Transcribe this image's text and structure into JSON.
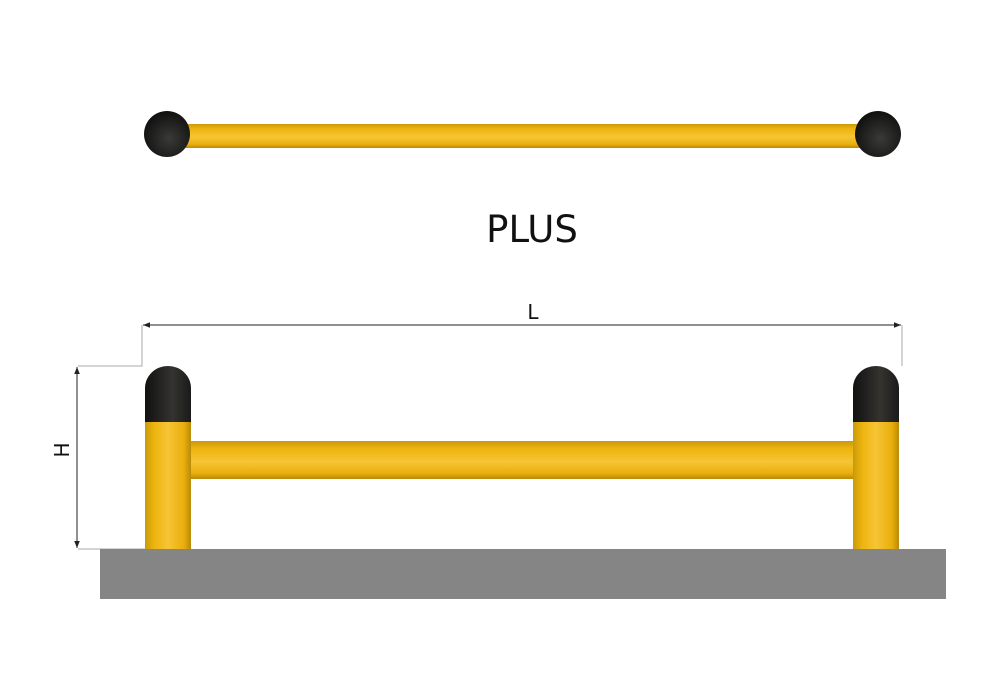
{
  "title": "PLUS",
  "dimensions": {
    "length_label": "L",
    "height_label": "H"
  },
  "colors": {
    "yellow": "#f1b80f",
    "cap": "#1f1f1e",
    "ground": "#858585",
    "dim_line": "#222222"
  }
}
